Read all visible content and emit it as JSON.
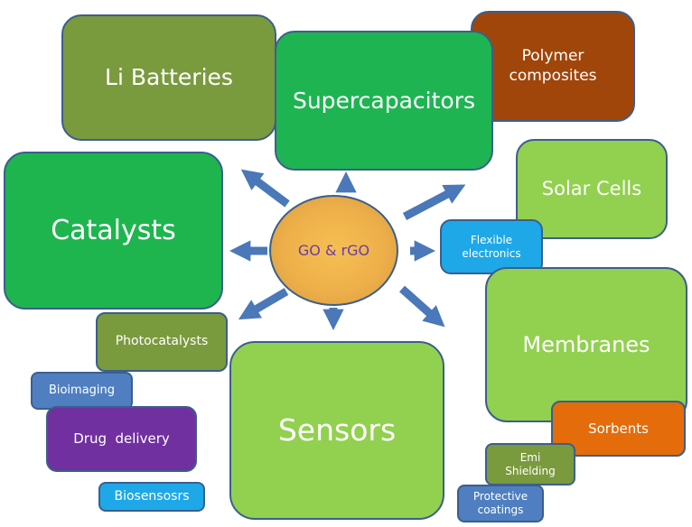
{
  "center": {
    "label": "GO & rGO"
  },
  "nodes": {
    "li_batteries": "Li Batteries",
    "supercapacitors": "Supercapacitors",
    "polymer_composites_line1": "Polymer",
    "polymer_composites_line2": "composites",
    "catalysts": "Catalysts",
    "solar_cells": "Solar Cells",
    "flexible_electronics_line1": "Flexible",
    "flexible_electronics_line2": "electronics",
    "photocatalysts": "Photocatalysts",
    "membranes": "Membranes",
    "bioimaging": "Bioimaging",
    "drug_delivery": "Drug  delivery",
    "sensors": "Sensors",
    "sorbents": "Sorbents",
    "emi_shielding_line1": "Emi",
    "emi_shielding_line2": "Shielding",
    "protective_coatings_line1": "Protective",
    "protective_coatings_line2": "coatings",
    "biosensors": "Biosensosrs"
  },
  "colors": {
    "dark_olive": "#7a9a3e",
    "medium_green": "#1fb452",
    "bright_green": "#1eb54f",
    "light_green": "#92d050",
    "brown": "#a0460a",
    "sky_blue": "#1ea8e8",
    "steel_blue": "#4f7fc0",
    "purple": "#7030a0",
    "orange": "#e46c0a",
    "arrow_blue": "#4a78b8",
    "center_gold": "#f0b44d",
    "center_text": "#6a3ea6"
  }
}
